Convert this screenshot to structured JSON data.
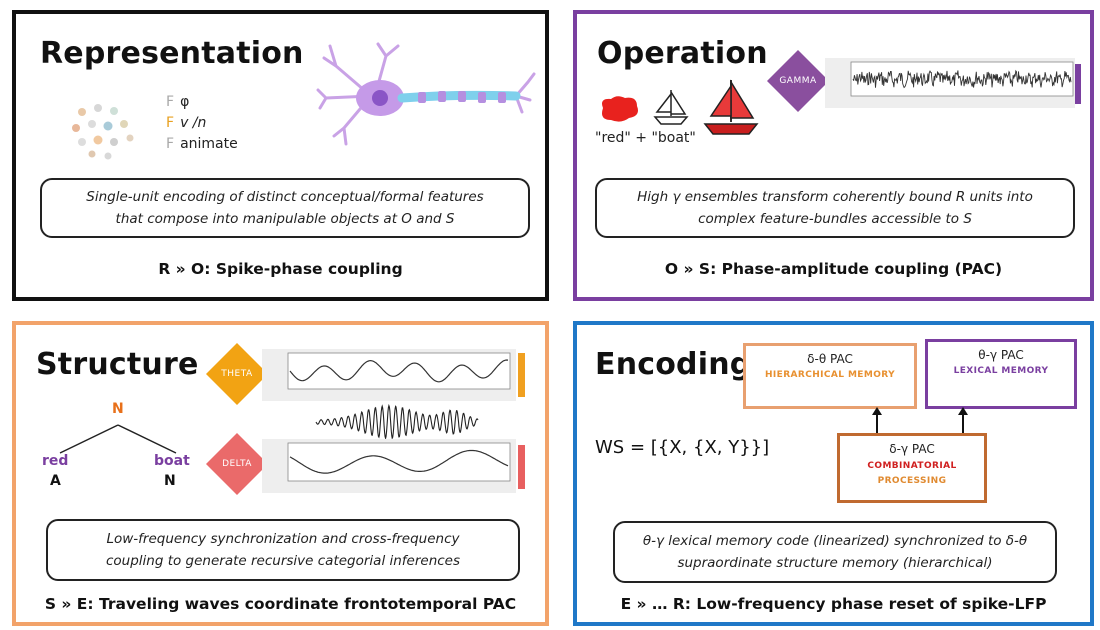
{
  "representation": {
    "title": "Representation",
    "features": [
      {
        "symbol": "F",
        "label": "φ",
        "color": "#a8a8a8"
      },
      {
        "symbol": "F",
        "label": "v /n",
        "color": "#e8a020"
      },
      {
        "symbol": "F",
        "label": "animate",
        "color": "#a8a8a8"
      }
    ],
    "description_line1": "Single-unit encoding of distinct conceptual/formal features",
    "description_line2": "that compose into manipulable objects at O and S",
    "footer": "R » O: Spike-phase coupling"
  },
  "operation": {
    "title": "Operation",
    "caption": "\"red\" + \"boat\"",
    "diamond_label": "GAMMA",
    "description_line1": "High γ ensembles transform coherently bound R units into",
    "description_line2": "complex feature-bundles accessible to S",
    "footer": "O » S: Phase-amplitude coupling (PAC)",
    "accent": "#7a3fa0"
  },
  "structure": {
    "title": "Structure",
    "tree": {
      "root": "N",
      "left_word": "red",
      "left_cat": "A",
      "right_word": "boat",
      "right_cat": "N"
    },
    "theta_label": "THETA",
    "delta_label": "DELTA",
    "description_line1": "Low-frequency synchronization and cross-frequency",
    "description_line2": "coupling to generate recursive categorial inferences",
    "footer": "S » E: Traveling waves coordinate frontotemporal PAC",
    "theta_color": "#f0a020",
    "delta_color": "#e86060"
  },
  "encoding": {
    "title": "Encoding",
    "formula": "WS = [{X, {X, Y}}]",
    "box_hier": {
      "title": "δ-θ PAC",
      "sub": "HIERARCHICAL MEMORY",
      "color": "#e8a070",
      "subcolor": "#e89030"
    },
    "box_lex": {
      "title": "θ-γ PAC",
      "sub": "LEXICAL MEMORY",
      "color": "#7a3fa0",
      "subcolor": "#7a3fa0"
    },
    "box_comb": {
      "title": "δ-γ PAC",
      "sub1": "COMBINATORIAL",
      "sub2": "PROCESSING",
      "color": "#c06a30",
      "subcolor1": "#d02020",
      "subcolor2": "#e08a30"
    },
    "description_line1": "θ-γ lexical memory code (linearized) synchronized to δ-θ",
    "description_line2": "supraordinate structure memory (hierarchical)",
    "footer": "E » … R: Low-frequency phase reset of spike-LFP"
  }
}
